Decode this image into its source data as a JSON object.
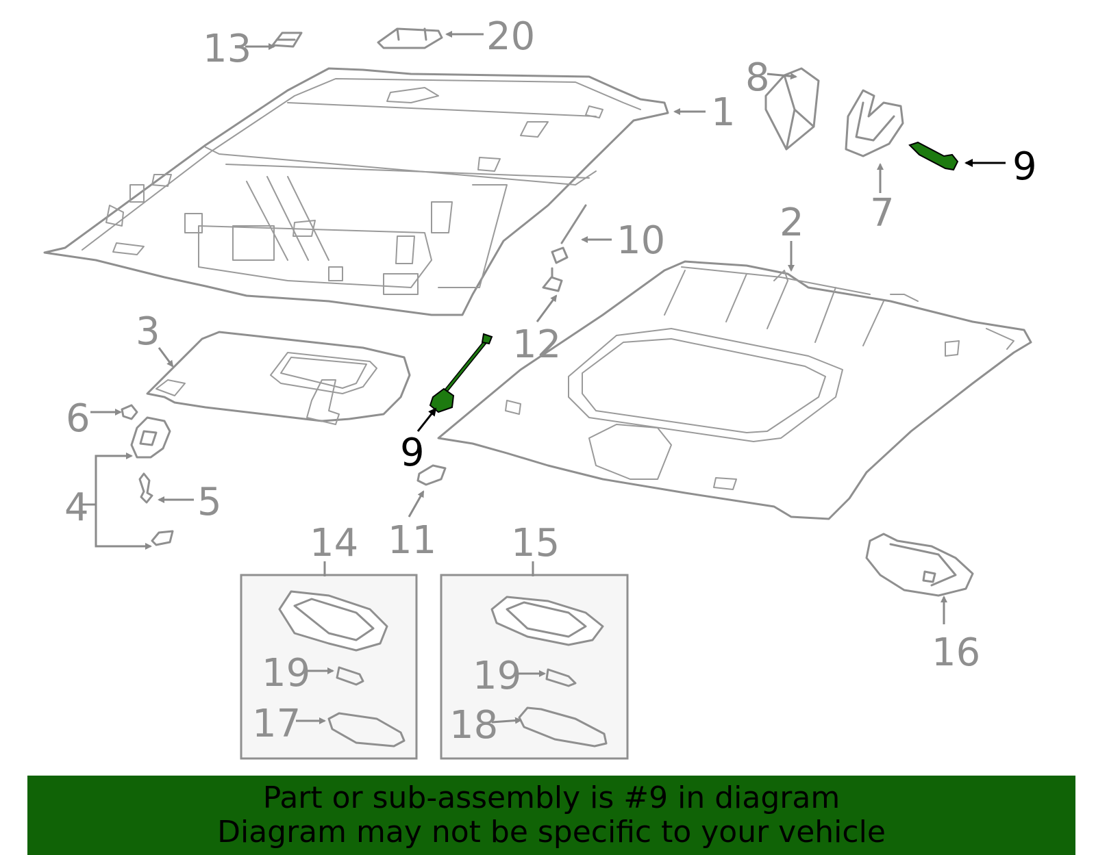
{
  "callouts": {
    "c1": "1",
    "c2": "2",
    "c3": "3",
    "c4": "4",
    "c5": "5",
    "c6": "6",
    "c7": "7",
    "c8": "8",
    "c9a": "9",
    "c9b": "9",
    "c10": "10",
    "c11": "11",
    "c12": "12",
    "c13": "13",
    "c14": "14",
    "c15": "15",
    "c16": "16",
    "c17": "17",
    "c18": "18",
    "c19a": "19",
    "c19b": "19",
    "c20": "20"
  },
  "banner": {
    "line1": "Part or sub-assembly is #9 in diagram",
    "line2": "Diagram may not be specific to your vehicle",
    "background": "#106306"
  },
  "colors": {
    "highlight_part": "#1d7a10",
    "line": "#8f8f8f"
  }
}
